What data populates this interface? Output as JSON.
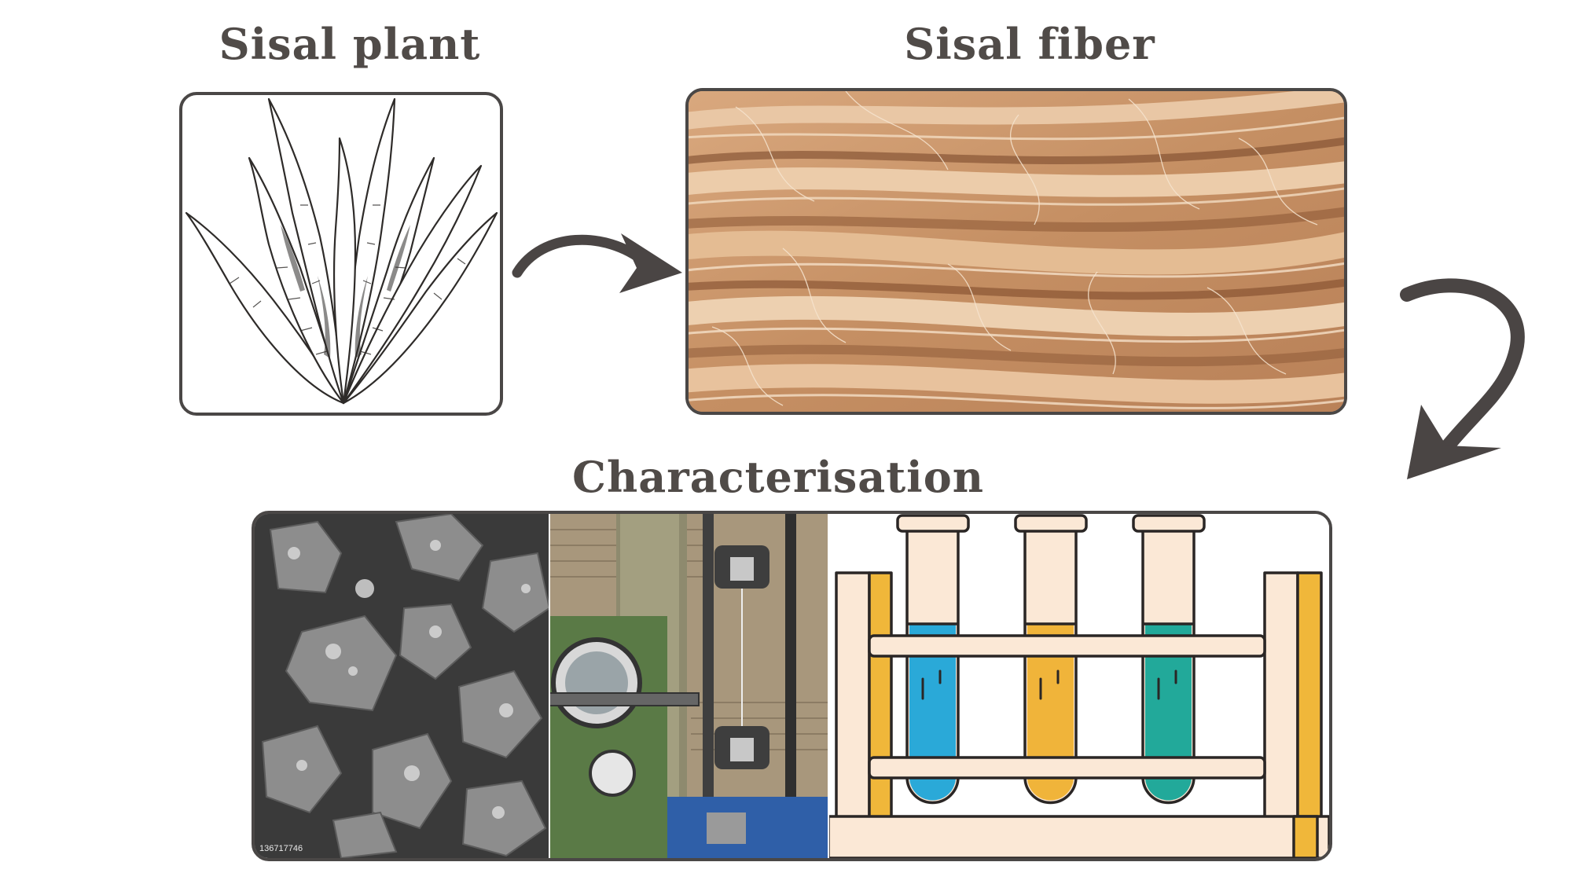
{
  "steps": {
    "plant": {
      "title": "Sisal plant"
    },
    "fiber": {
      "title": "Sisal fiber"
    },
    "characterisation": {
      "title": "Characterisation"
    }
  },
  "sem": {
    "stock_id": "136717746"
  },
  "colors": {
    "outline": "#4a4746",
    "title_text": "#504b48",
    "arrow": "#4a4544",
    "fiber_base": "#c8946a",
    "fiber_light": "#e7c4a2",
    "fiber_dark": "#7c4a2c",
    "rack_wood": "#fbe8d6",
    "rack_accent": "#f0b73a",
    "liquid_blue": "#2aa9d8",
    "liquid_yellow": "#f0b43a",
    "liquid_teal": "#22a99a"
  },
  "icons": [
    "arrow-right-icon",
    "arrow-down-icon"
  ]
}
